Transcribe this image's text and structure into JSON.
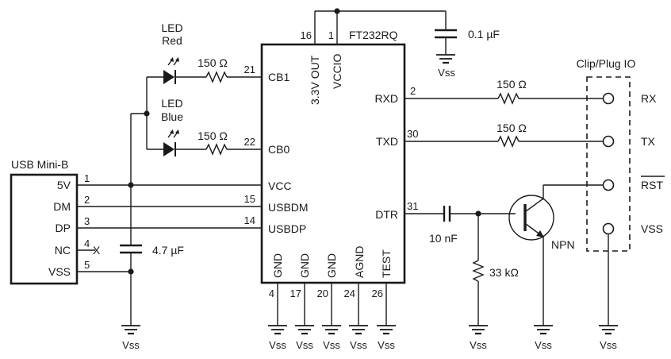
{
  "diagram": {
    "type": "circuit-schematic",
    "chip": {
      "part": "FT232RQ",
      "left_pins": [
        {
          "num": "21",
          "name": "CB1"
        },
        {
          "num": "22",
          "name": "CB0"
        },
        {
          "num": "",
          "name": "VCC"
        },
        {
          "num": "15",
          "name": "USBDM"
        },
        {
          "num": "14",
          "name": "USBDP"
        }
      ],
      "top_pins": [
        {
          "num": "16",
          "name": "3.3V OUT"
        },
        {
          "num": "1",
          "name": "VCCIO"
        }
      ],
      "right_pins": [
        {
          "num": "2",
          "name": "RXD"
        },
        {
          "num": "30",
          "name": "TXD"
        },
        {
          "num": "31",
          "name": "DTR"
        }
      ],
      "bottom_pins": [
        {
          "num": "4",
          "name": "GND"
        },
        {
          "num": "17",
          "name": "GND"
        },
        {
          "num": "20",
          "name": "GND"
        },
        {
          "num": "24",
          "name": "AGND"
        },
        {
          "num": "26",
          "name": "TEST"
        }
      ]
    },
    "usb": {
      "title": "USB Mini-B",
      "pins": [
        {
          "num": "1",
          "name": "5V"
        },
        {
          "num": "2",
          "name": "DM"
        },
        {
          "num": "3",
          "name": "DP"
        },
        {
          "num": "4",
          "name": "NC"
        },
        {
          "num": "5",
          "name": "VSS"
        }
      ],
      "nc_mark": "X"
    },
    "leds": [
      {
        "label_line1": "LED",
        "label_line2": "Red",
        "resistor": "150 Ω"
      },
      {
        "label_line1": "LED",
        "label_line2": "Blue",
        "resistor": "150 Ω"
      }
    ],
    "capacitors": {
      "bulk": "4.7 µF",
      "decoupling": "0.1 µF",
      "dtr": "10 nF"
    },
    "resistors": {
      "rx": "150 Ω",
      "tx": "150 Ω",
      "pulldown": "33 kΩ"
    },
    "transistor": {
      "type": "NPN"
    },
    "connector": {
      "title": "Clip/Plug IO",
      "terminals": [
        "RX",
        "TX",
        "RST",
        "VSS"
      ]
    },
    "ground_label": "Vss"
  }
}
